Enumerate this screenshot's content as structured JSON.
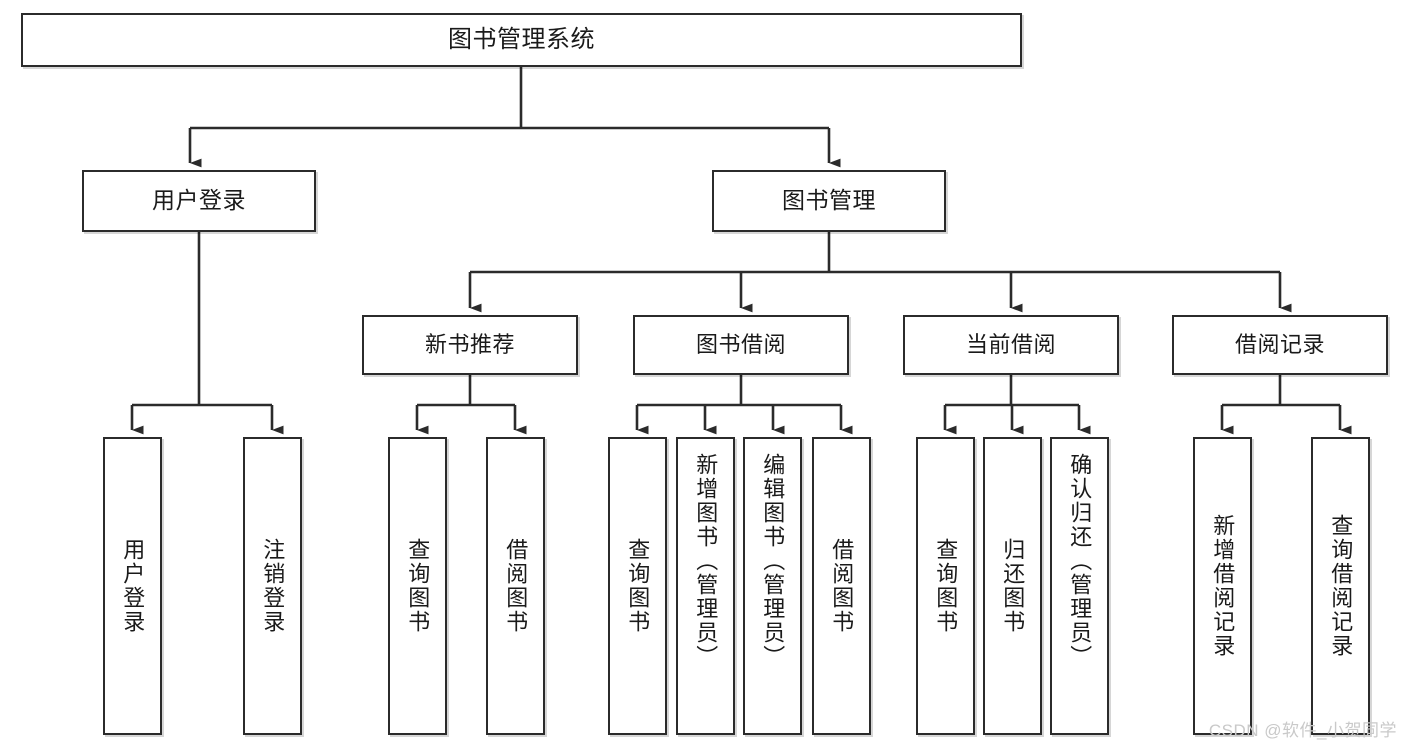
{
  "diagram": {
    "type": "tree",
    "title": "图书管理系统",
    "root": {
      "label": "图书管理系统"
    },
    "tier2": [
      {
        "label": "用户登录"
      },
      {
        "label": "图书管理"
      }
    ],
    "tier3": [
      {
        "label": "新书推荐"
      },
      {
        "label": "图书借阅"
      },
      {
        "label": "当前借阅"
      },
      {
        "label": "借阅记录"
      }
    ],
    "leaves": {
      "user_login": [
        {
          "label": "用户登录"
        },
        {
          "label": "注销登录"
        }
      ],
      "new_book_recommend": [
        {
          "label": "查询图书"
        },
        {
          "label": "借阅图书"
        }
      ],
      "book_borrow": [
        {
          "label": "查询图书"
        },
        {
          "label": "新增图书（管理员）"
        },
        {
          "label": "编辑图书（管理员）"
        },
        {
          "label": "借阅图书"
        }
      ],
      "current_borrow": [
        {
          "label": "查询图书"
        },
        {
          "label": "归还图书"
        },
        {
          "label": "确认归还（管理员）"
        }
      ],
      "borrow_records": [
        {
          "label": "新增借阅记录"
        },
        {
          "label": "查询借阅记录"
        }
      ]
    }
  },
  "watermark": {
    "text": "CSDN @软件_小贺同学"
  },
  "colors": {
    "box_border": "#2b2b2b",
    "box_fill": "#ffffff",
    "connector": "#2b2b2b",
    "text": "#1a1a1a",
    "watermark": "#c9c9c9",
    "background": "#ffffff"
  }
}
